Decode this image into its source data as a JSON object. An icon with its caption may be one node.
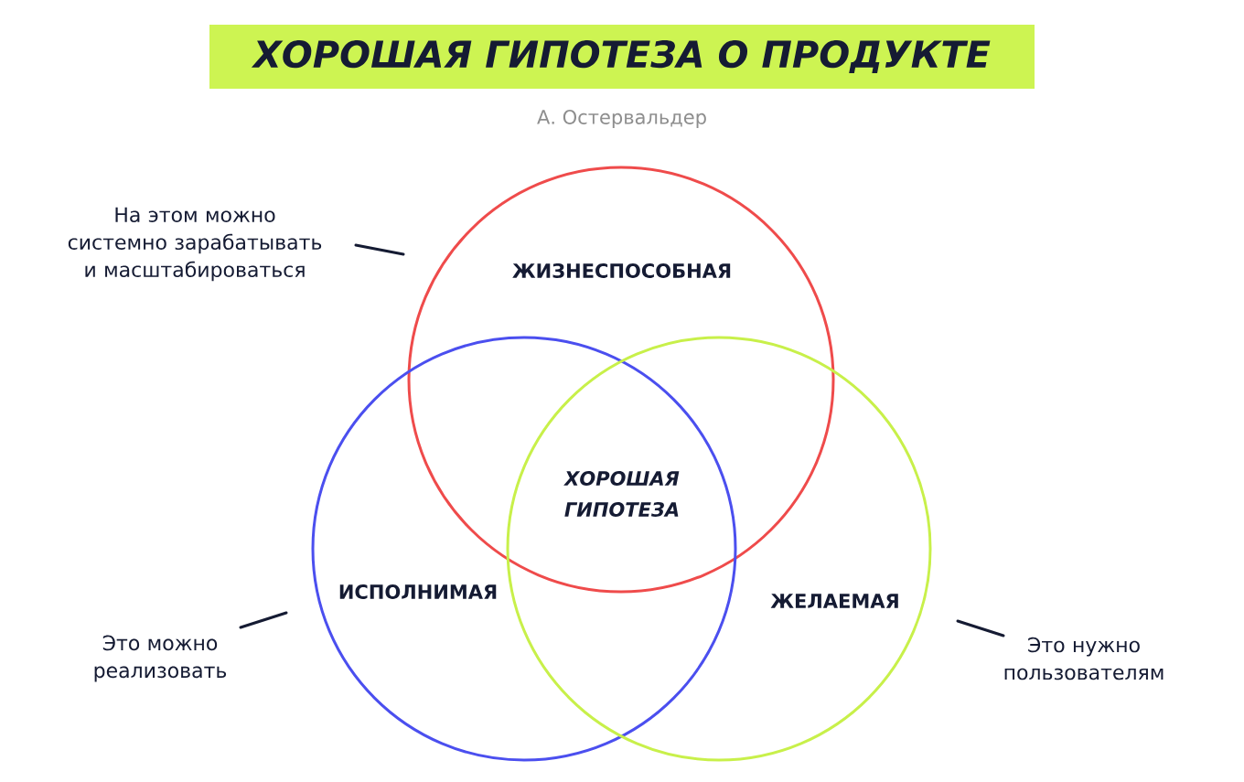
{
  "diagram": {
    "title": "ХОРОШАЯ ГИПОТЕЗА О ПРОДУКТЕ",
    "nodes": [
      {
        "text": [
          "На этом можно системно зарабатывать и масштабироваться"
        ]
      },
      {
        "text": [
          "ЖИЗНЕСПОСОБНАЯ"
        ]
      },
      {
        "text": [
          "ИСПОЛНИМАЯ"
        ]
      },
      {
        "text": [
          "ЖЕЛАЕМАЯ"
        ]
      },
      {
        "text": [
          "Это можно реализовать"
        ]
      },
      {
        "text": [
          "Это нужно пользователям"
        ]
      }
    ],
    "edges": [
      {
        "from": 0,
        "to": 1,
        "arrow": "none"
      },
      {
        "from": 4,
        "to": 2,
        "arrow": "none"
      },
      {
        "from": 5,
        "to": 3,
        "arrow": "none"
      }
    ],
    "labels": [
      "А. Остервальдер",
      "ХОРОШАЯ ГИПОТЕЗА"
    ]
  }
}
